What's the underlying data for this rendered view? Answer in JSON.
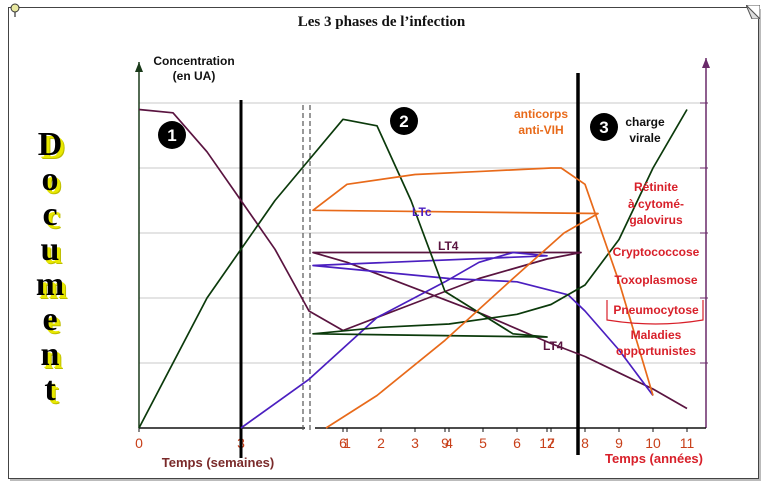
{
  "title": "Les 3 phases de l’infection",
  "side_word": [
    "D",
    "o",
    "c",
    "u",
    "m",
    "e",
    "n",
    "t"
  ],
  "chart_data": {
    "type": "line",
    "ylabel": "Concentration\n(en UA)",
    "x_week_label": "Temps (semaines)",
    "x_year_label": "Temps (années)",
    "x_week_ticks": [
      "0",
      "3",
      "6",
      "9",
      "12"
    ],
    "x_year_ticks": [
      "1",
      "2",
      "3",
      "4",
      "5",
      "6",
      "7",
      "8",
      "9",
      "10",
      "11"
    ],
    "phases": [
      "1",
      "2",
      "3"
    ],
    "grid": true,
    "series": [
      {
        "name": "LT4",
        "color": "#5a1440",
        "labels": [
          "LT4",
          "LT4"
        ],
        "points": [
          [
            "w",
            0,
            98
          ],
          [
            "w",
            1,
            97
          ],
          [
            "w",
            2,
            85
          ],
          [
            "w",
            3,
            70
          ],
          [
            "w",
            4,
            55
          ],
          [
            "w",
            5,
            36
          ],
          [
            "w",
            6,
            30
          ],
          [
            "w",
            8,
            38
          ],
          [
            "w",
            10,
            46
          ],
          [
            "w",
            12,
            52
          ],
          [
            "w",
            13,
            54
          ],
          [
            "y",
            0,
            54
          ],
          [
            "y",
            1,
            51
          ],
          [
            "y",
            3,
            43
          ],
          [
            "y",
            5,
            35
          ],
          [
            "y",
            7,
            26
          ],
          [
            "y",
            8,
            22
          ],
          [
            "y",
            9,
            17
          ],
          [
            "y",
            10,
            12
          ],
          [
            "y",
            11,
            6
          ]
        ]
      },
      {
        "name": "LTc",
        "color": "#4b1fc0",
        "labels": [
          "LTc"
        ],
        "points": [
          [
            "w",
            3,
            0
          ],
          [
            "w",
            5,
            15
          ],
          [
            "w",
            7,
            34
          ],
          [
            "w",
            9,
            45
          ],
          [
            "w",
            10,
            51
          ],
          [
            "w",
            11,
            54
          ],
          [
            "w",
            12,
            53
          ],
          [
            "y",
            0,
            50
          ],
          [
            "y",
            2,
            48
          ],
          [
            "y",
            4,
            46
          ],
          [
            "y",
            6,
            45
          ],
          [
            "y",
            7.5,
            41
          ],
          [
            "y",
            8,
            36
          ],
          [
            "y",
            9,
            24
          ],
          [
            "y",
            10,
            10
          ]
        ]
      },
      {
        "name": "charge virale",
        "color": "#0b3a0b",
        "labels": [
          "charge",
          "virale"
        ],
        "points": [
          [
            "w",
            0,
            0
          ],
          [
            "w",
            2,
            40
          ],
          [
            "w",
            4,
            70
          ],
          [
            "w",
            6,
            95
          ],
          [
            "w",
            7,
            93
          ],
          [
            "w",
            8,
            70
          ],
          [
            "w",
            9,
            42
          ],
          [
            "w",
            11,
            29
          ],
          [
            "w",
            12,
            28
          ],
          [
            "y",
            0,
            29
          ],
          [
            "y",
            2,
            31
          ],
          [
            "y",
            4,
            32
          ],
          [
            "y",
            6,
            35
          ],
          [
            "y",
            7,
            38
          ],
          [
            "y",
            8,
            44
          ],
          [
            "y",
            9,
            58
          ],
          [
            "y",
            10,
            80
          ],
          [
            "y",
            11,
            98
          ]
        ]
      },
      {
        "name": "anticorps anti-VIH",
        "color": "#e86a1a",
        "labels": [
          "anticorps",
          "anti-VIH"
        ],
        "points": [
          [
            "w",
            5.5,
            0
          ],
          [
            "w",
            7,
            10
          ],
          [
            "w",
            9,
            27
          ],
          [
            "w",
            11,
            46
          ],
          [
            "w",
            12.5,
            60
          ],
          [
            "w",
            13.5,
            66
          ],
          [
            "y",
            0,
            67
          ],
          [
            "y",
            1,
            75
          ],
          [
            "y",
            3,
            78
          ],
          [
            "y",
            5,
            79
          ],
          [
            "y",
            7,
            80
          ],
          [
            "y",
            7.3,
            80
          ],
          [
            "y",
            8,
            75
          ],
          [
            "y",
            9,
            45
          ],
          [
            "y",
            10,
            10
          ]
        ]
      }
    ],
    "annotations": {
      "illnesses": [
        "Rétinite",
        "à cytomé-",
        "galovirus",
        "Cryptococcose",
        "Toxoplasmose",
        "Pneumocytose",
        "Maladies",
        "opportunistes"
      ],
      "illness_color": "#d8202a"
    }
  }
}
